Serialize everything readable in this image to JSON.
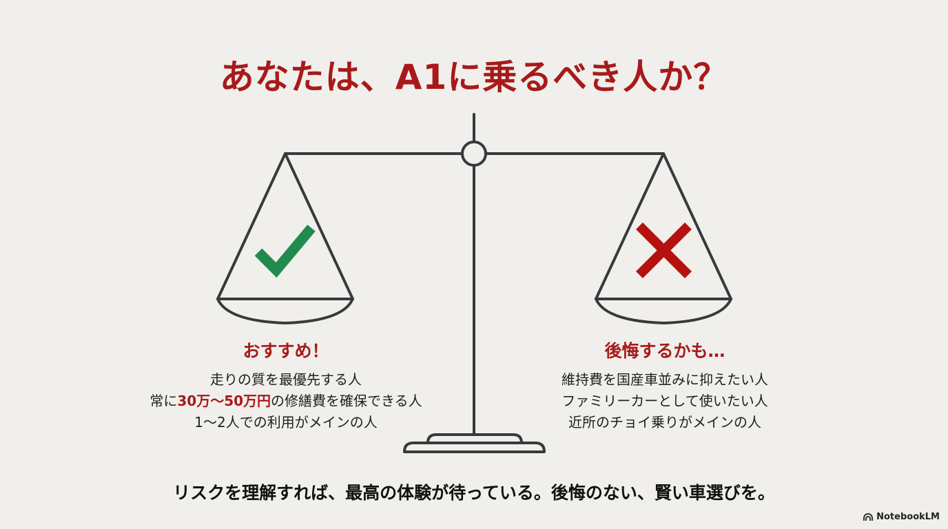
{
  "title": "あなたは、A1に乗るべき人か？",
  "left": {
    "icon": "check-icon",
    "icon_color": "#218a4e",
    "heading": "おすすめ！",
    "items": [
      {
        "text": "走りの質を最優先する人"
      },
      {
        "prefix": "常に",
        "highlight": "30万〜50万円",
        "suffix": "の修繕費を確保できる人"
      },
      {
        "text": "1〜2人での利用がメインの人"
      }
    ]
  },
  "right": {
    "icon": "cross-icon",
    "icon_color": "#b5120f",
    "heading": "後悔するかも…",
    "items": [
      {
        "text": "維持費を国産車並みに抑えたい人"
      },
      {
        "text": "ファミリーカーとして使いたい人"
      },
      {
        "text": "近所のチョイ乗りがメインの人"
      }
    ]
  },
  "footer": "リスクを理解すれば、最高の体験が待っている。後悔のない、賢い車選びを。",
  "brand": {
    "name": "NotebookLM",
    "icon": "notebooklm-logo-icon"
  },
  "colors": {
    "accent": "#a81a1a",
    "line": "#363a3d",
    "background": "#f0efeb"
  }
}
